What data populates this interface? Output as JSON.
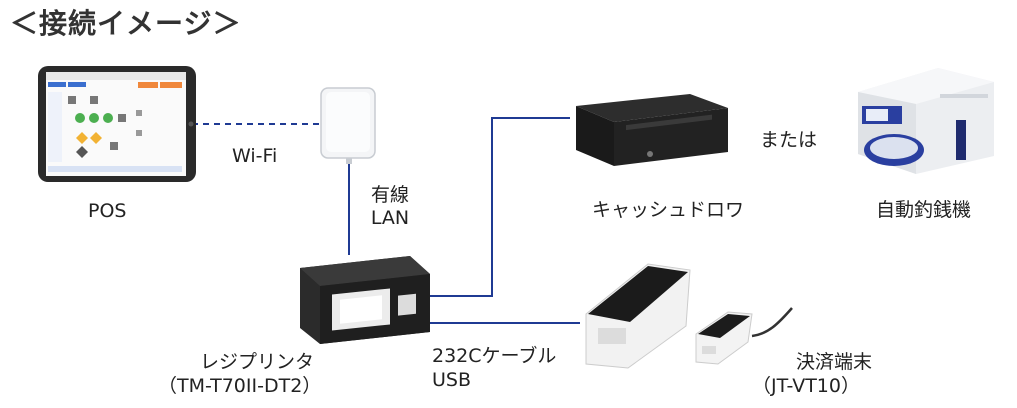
{
  "title": "＜接続イメージ＞",
  "devices": {
    "pos": {
      "label": "POS"
    },
    "ap": {
      "label": "Wi-Fi"
    },
    "lan": {
      "label_line1": "有線",
      "label_line2": "LAN"
    },
    "printer": {
      "label_line1": "レジプリンタ",
      "label_line2": "（TM-T70II-DT2）"
    },
    "cable": {
      "label_line1": "232Cケーブル",
      "label_line2": "USB"
    },
    "drawer": {
      "label": "キャッシュドロワ"
    },
    "or": {
      "label": "または"
    },
    "changer": {
      "label": "自動釣銭機"
    },
    "terminal": {
      "label_line1": "決済端末",
      "label_line2": "（JT-VT10）"
    }
  },
  "colors": {
    "line_blue": "#1f3a93",
    "tablet_body": "#2a2a2a",
    "printer_body": "#2b2b2b",
    "terminal_body": "#f2f2f2"
  }
}
